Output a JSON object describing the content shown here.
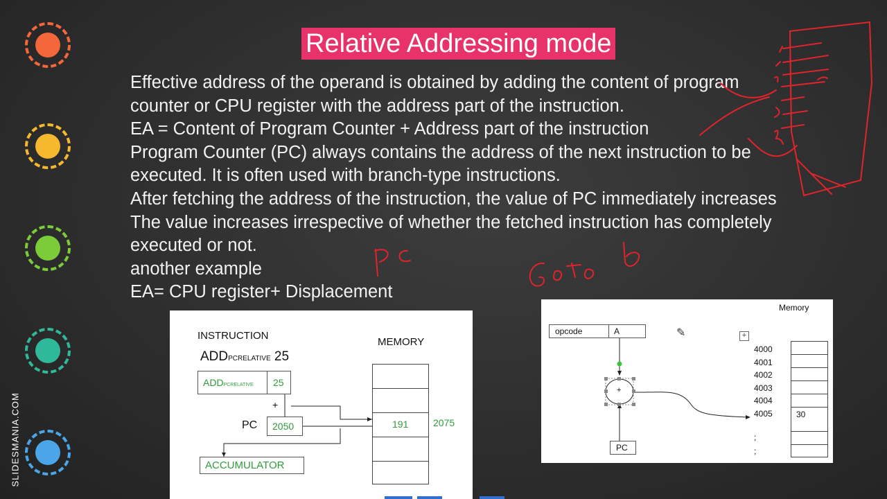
{
  "title": "Relative Addressing mode",
  "lines": [
    "Effective address of the operand is obtained by adding the content of program",
    "counter or CPU register with the address part of the instruction.",
    "EA = Content of Program Counter + Address part of the instruction",
    "Program Counter (PC) always contains the address of the next instruction to be",
    "executed. It is often used with branch-type instructions.",
    "After fetching the address of the instruction, the value of PC immediately increases",
    "The value increases irrespective of whether the fetched instruction has completely",
    "executed or not.",
    "another example",
    "EA= CPU register+ Displacement"
  ],
  "brand": "SLIDESMANIA.COM",
  "colors": {
    "dots": [
      "#f4673a",
      "#f5b82e",
      "#7ccc3a",
      "#2fb89a",
      "#4aa6e8"
    ],
    "title_bg": "#e8326a",
    "annotation": "#e0242b"
  },
  "diagram1": {
    "heading": "INSTRUCTION",
    "instr_main": "ADD",
    "instr_sub": "PCRELATIVE",
    "instr_operand": "25",
    "box_op": "ADD",
    "box_sub": "PCRELATIVE",
    "box_operand": "25",
    "plus": "+",
    "pc_label": "PC",
    "pc_value": "2050",
    "accumulator": "ACCUMULATOR",
    "memory_label": "MEMORY",
    "memory_value": "191",
    "memory_address": "2075"
  },
  "diagram2": {
    "memory_label": "Memory",
    "opcode": "opcode",
    "operand": "A",
    "plus": "+",
    "pc": "PC",
    "addresses": [
      "4000",
      "4001",
      "4002",
      "4003",
      "4004",
      "4005",
      ";",
      ";"
    ],
    "value_4005": "30"
  },
  "annotations": [
    "Pc",
    "Go To b"
  ]
}
